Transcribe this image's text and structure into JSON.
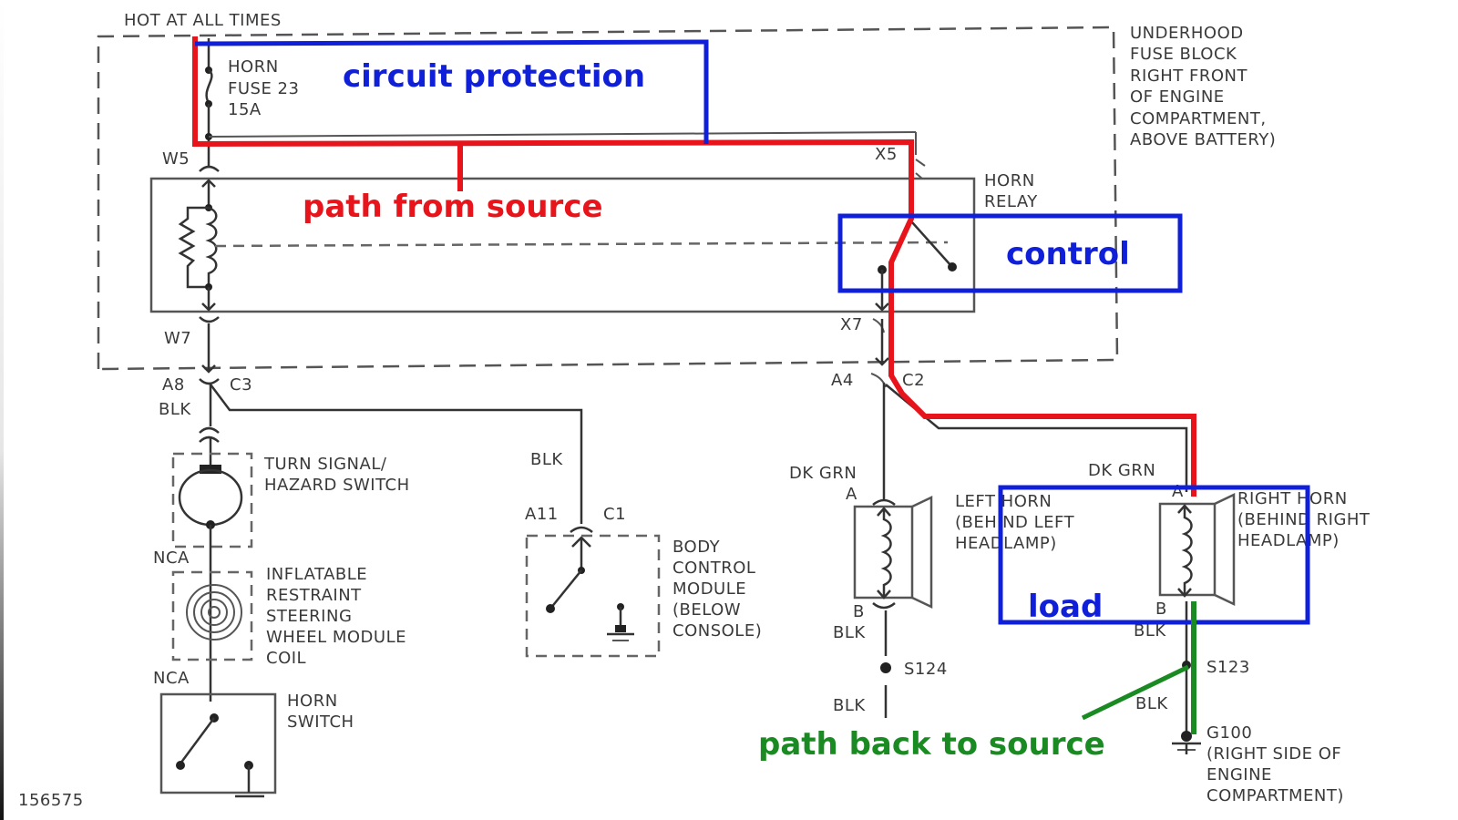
{
  "diagram": {
    "title": "Horn circuit wiring diagram",
    "figure_number": "156575",
    "colors": {
      "path_from_source": "#e8141c",
      "circuit_protection": "#1020d8",
      "control": "#1020d8",
      "load": "#1020d8",
      "path_back_to_source": "#1a8a22",
      "wire": "#333333"
    },
    "annotations": {
      "circuit_protection": "circuit protection",
      "path_from_source": "path from source",
      "control": "control",
      "load": "load",
      "path_back_to_source": "path back to source"
    },
    "labels": {
      "hot_at_all_times": "HOT AT ALL TIMES",
      "fuse": [
        "HORN",
        "FUSE 23",
        "15A"
      ],
      "fuse_block": [
        "UNDERHOOD",
        "FUSE BLOCK",
        "RIGHT FRONT",
        "OF ENGINE",
        "COMPARTMENT,",
        "ABOVE BATTERY)"
      ],
      "horn_relay": [
        "HORN",
        "RELAY"
      ],
      "w5": "W5",
      "w7": "W7",
      "x5": "X5",
      "x7": "X7",
      "a8": "A8",
      "c3": "C3",
      "blk_1": "BLK",
      "a4": "A4",
      "c2": "C2",
      "turn_signal": [
        "TURN SIGNAL/",
        "HAZARD SWITCH"
      ],
      "nca_1": "NCA",
      "inflatable": [
        "INFLATABLE",
        "RESTRAINT",
        "STEERING",
        "WHEEL MODULE",
        "COIL"
      ],
      "nca_2": "NCA",
      "horn_switch": [
        "HORN",
        "SWITCH"
      ],
      "blk_bcm": "BLK",
      "a11": "A11",
      "c1": "C1",
      "bcm": [
        "BODY",
        "CONTROL",
        "MODULE",
        "(BELOW",
        "CONSOLE)"
      ],
      "dk_grn_left": "DK GRN",
      "a_left": "A",
      "left_horn": [
        "LEFT HORN",
        "(BEHIND LEFT",
        "HEADLAMP)"
      ],
      "b_left": "B",
      "blk_left": "BLK",
      "s124": "S124",
      "blk_left_2": "BLK",
      "dk_grn_right": "DK GRN",
      "a_right": "A",
      "right_horn": [
        "RIGHT HORN",
        "(BEHIND RIGHT",
        "HEADLAMP)"
      ],
      "b_right": "B",
      "blk_right": "BLK",
      "s123": "S123",
      "blk_right_2": "BLK",
      "g100": [
        "G100",
        "(RIGHT SIDE OF",
        "ENGINE",
        "COMPARTMENT)"
      ]
    }
  }
}
